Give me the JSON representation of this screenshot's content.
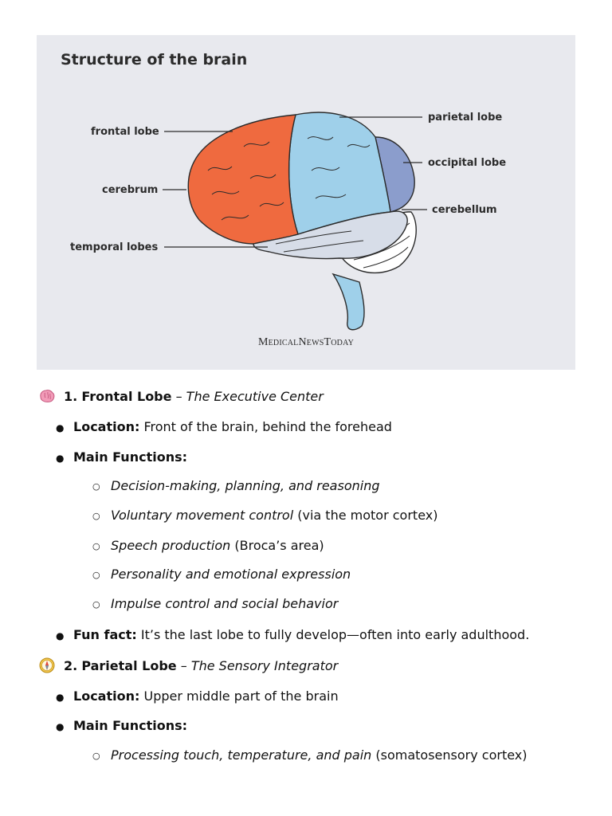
{
  "figure": {
    "title": "Structure of the brain",
    "labels": {
      "frontal": "frontal lobe",
      "cerebrum": "cerebrum",
      "temporal": "temporal lobes",
      "parietal": "parietal lobe",
      "occipital": "occipital lobe",
      "cerebellum": "cerebellum"
    },
    "brand": "MedicalNewsToday",
    "colors": {
      "frontal": "#ef6a3f",
      "parietal": "#9fd0ea",
      "occipital": "#8b9dcc",
      "temporal": "#d7dde8",
      "cerebellum": "#ffffff",
      "brainstem": "#9fd0ea",
      "background": "#e8e9ee"
    }
  },
  "sections": [
    {
      "icon": "brain-icon",
      "number": "1.",
      "name": "Frontal Lobe",
      "dash": "–",
      "subtitle": "The Executive Center",
      "location_label": "Location:",
      "location": "Front of the brain, behind the forehead",
      "functions_label": "Main Functions:",
      "functions": [
        {
          "italic": "Decision-making, planning, and reasoning",
          "plain": ""
        },
        {
          "italic": "Voluntary movement control",
          "plain": " (via the motor cortex)"
        },
        {
          "italic": "Speech production",
          "plain": " (Broca’s area)"
        },
        {
          "italic": "Personality and emotional expression",
          "plain": ""
        },
        {
          "italic": "Impulse control and social behavior",
          "plain": ""
        }
      ],
      "funfact_label": "Fun fact:",
      "funfact": "It’s the last lobe to fully develop—often into early adulthood."
    },
    {
      "icon": "compass-icon",
      "number": "2.",
      "name": "Parietal Lobe",
      "dash": "–",
      "subtitle": "The Sensory Integrator",
      "location_label": "Location:",
      "location": "Upper middle part of the brain",
      "functions_label": "Main Functions:",
      "functions": [
        {
          "italic": "Processing touch, temperature, and pain",
          "plain": " (somatosensory cortex)"
        }
      ]
    }
  ]
}
